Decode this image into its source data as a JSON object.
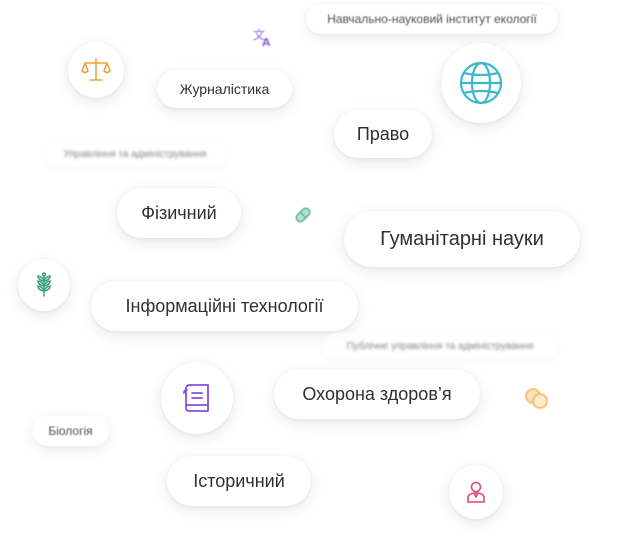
{
  "tags": {
    "eco_institute": "Навчально-науковий інститут екології",
    "journalism": "Журналістика",
    "law": "Право",
    "management": "Управління та адміністрування",
    "physical": "Фізичний",
    "humanities": "Гуманітарні науки",
    "it": "Інформаційні технології",
    "public_management": "Публічне управління та адміністрування",
    "health": "Охорона здоров’я",
    "biology": "Біологія",
    "historical": "Історичний"
  },
  "icons": {
    "scales": "scales-icon",
    "translate": "translate-icon",
    "globe": "globe-icon",
    "pill": "pill-icon",
    "wheat": "wheat-icon",
    "scroll": "scroll-icon",
    "coins": "coins-icon",
    "person": "person-icon"
  },
  "colors": {
    "orange": "#f0a43a",
    "purple": "#8a4fd8",
    "teal": "#3ab8c9",
    "green": "#3aa17e",
    "pink": "#e2457e",
    "text": "#2f2f36"
  }
}
